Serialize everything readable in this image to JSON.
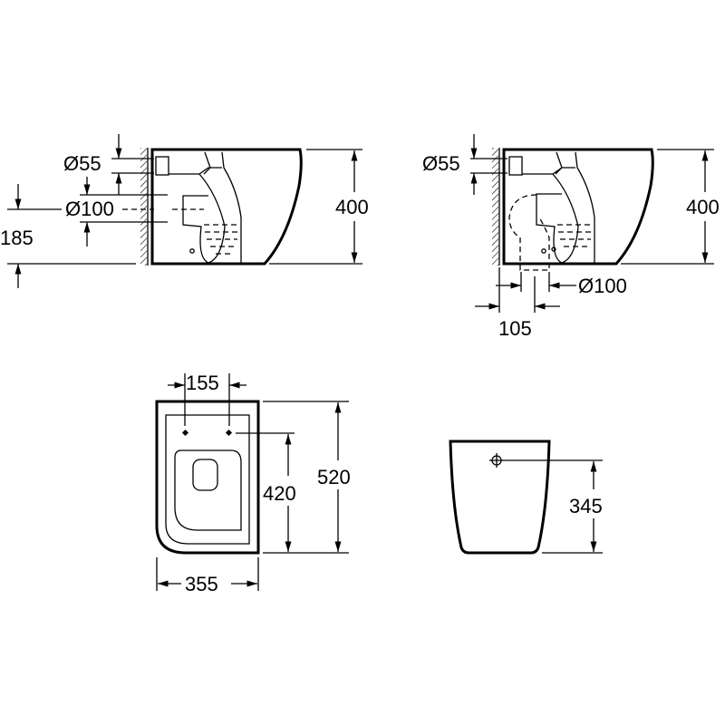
{
  "side_view_wall_outlet": {
    "inlet_diameter": "Ø55",
    "outlet_diameter": "Ø100",
    "outlet_height": "185",
    "height": "400"
  },
  "side_view_floor_outlet": {
    "inlet_diameter": "Ø55",
    "outlet_diameter": "Ø100",
    "outlet_offset": "105",
    "height": "400"
  },
  "top_view": {
    "fixing_spacing": "155",
    "fixing_to_front": "420",
    "length": "520",
    "width": "355"
  },
  "front_view": {
    "fixing_height": "345"
  },
  "colors": {
    "line": "#000000",
    "background": "#ffffff"
  }
}
